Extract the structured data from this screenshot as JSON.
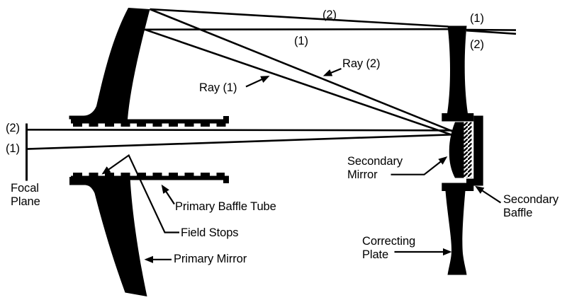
{
  "labels": {
    "incoming_top": {
      "ray2": "(2)",
      "ray1": "(1)"
    },
    "incoming_right": {
      "ray1": "(1)",
      "ray2": "(2)"
    },
    "ray1": "Ray (1)",
    "ray2": "Ray (2)",
    "focal_left": {
      "ray2": "(2)",
      "ray1": "(1)"
    },
    "focal_plane": "Focal\nPlane",
    "primary_baffle_tube": "Primary Baffle Tube",
    "field_stops": "Field Stops",
    "primary_mirror": "Primary Mirror",
    "secondary_mirror": "Secondary\nMirror",
    "secondary_baffle": "Secondary\nBaffle",
    "correcting_plate": "Correcting\nPlate"
  },
  "colors": {
    "ink": "#000000",
    "background": "#ffffff"
  }
}
